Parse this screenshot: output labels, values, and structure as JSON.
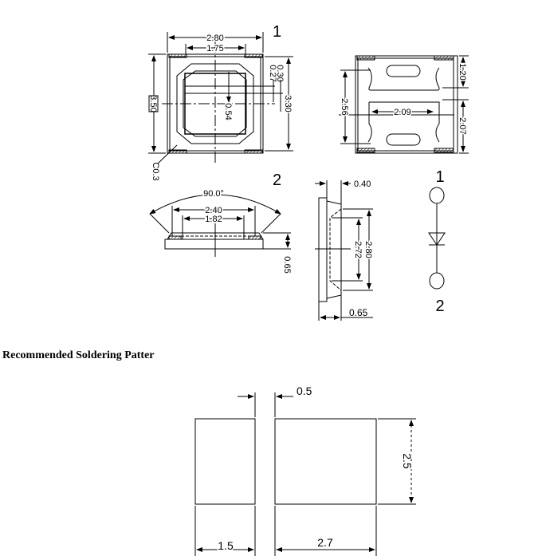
{
  "top_view": {
    "pin1": "1",
    "pin2": "2",
    "width": "2.80",
    "lens_width": "1.75",
    "height": "3.50",
    "inner_height": "3.30",
    "d1": "0.30",
    "d2": "0.27",
    "d3": "0.54",
    "chamfer": "C0.3"
  },
  "bottom_view": {
    "d1": "1.20",
    "d2": "2.07",
    "d3": "2.56",
    "d4": "2.09"
  },
  "front_view": {
    "angle": "90.0°",
    "d1": "2.40",
    "d2": "1.82",
    "thickness": "0.65"
  },
  "side_view": {
    "top": "0.40",
    "d1": "2.80",
    "d2": "2.72",
    "thickness": "0.65"
  },
  "symbol": {
    "pin1": "1",
    "pin2": "2"
  },
  "soldering": {
    "heading": "Recommended Soldering Patter",
    "gap": "0.5",
    "height": "2.5",
    "small_width": "1.5",
    "large_width": "2.7"
  },
  "colors": {
    "line": "#000000",
    "background": "#ffffff"
  }
}
